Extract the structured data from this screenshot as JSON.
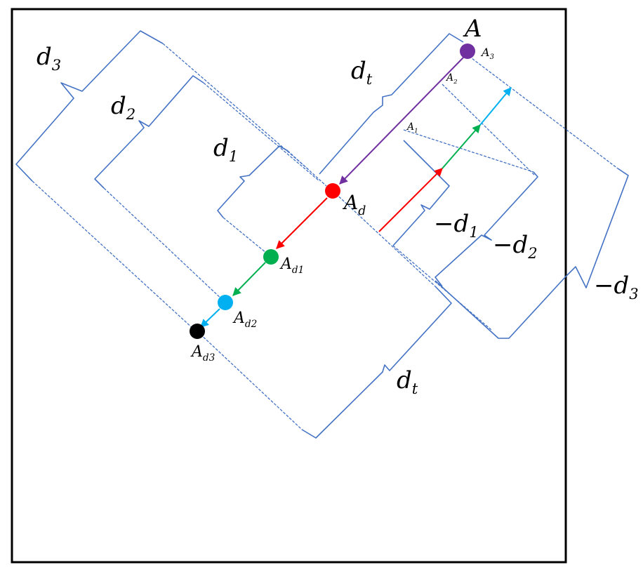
{
  "labels": {
    "A": "A",
    "A3": "A",
    "A3_sub": "3",
    "A2": "A",
    "A2_sub": "2",
    "A1": "A",
    "A1_sub": "1",
    "Ad": "A",
    "Ad_sub": "d",
    "Ad1": "A",
    "Ad1_sub": "d1",
    "Ad2": "A",
    "Ad2_sub": "d2",
    "Ad3": "A",
    "Ad3_sub": "d3",
    "d1": "d",
    "d1_sub": "1",
    "d2": "d",
    "d2_sub": "2",
    "d3": "d",
    "d3_sub": "3",
    "dt_top": "d",
    "dt_top_sub": "t",
    "dt_bottom": "d",
    "dt_bottom_sub": "t",
    "neg_d1": "−d",
    "neg_d1_sub": "1",
    "neg_d2": "−d",
    "neg_d2_sub": "2",
    "neg_d3": "−d",
    "neg_d3_sub": "3"
  },
  "colors": {
    "purple": "#7030a0",
    "red": "#ff0000",
    "green": "#00b050",
    "cyan": "#00b0f0",
    "black": "#000000",
    "brace": "#4472c4"
  }
}
